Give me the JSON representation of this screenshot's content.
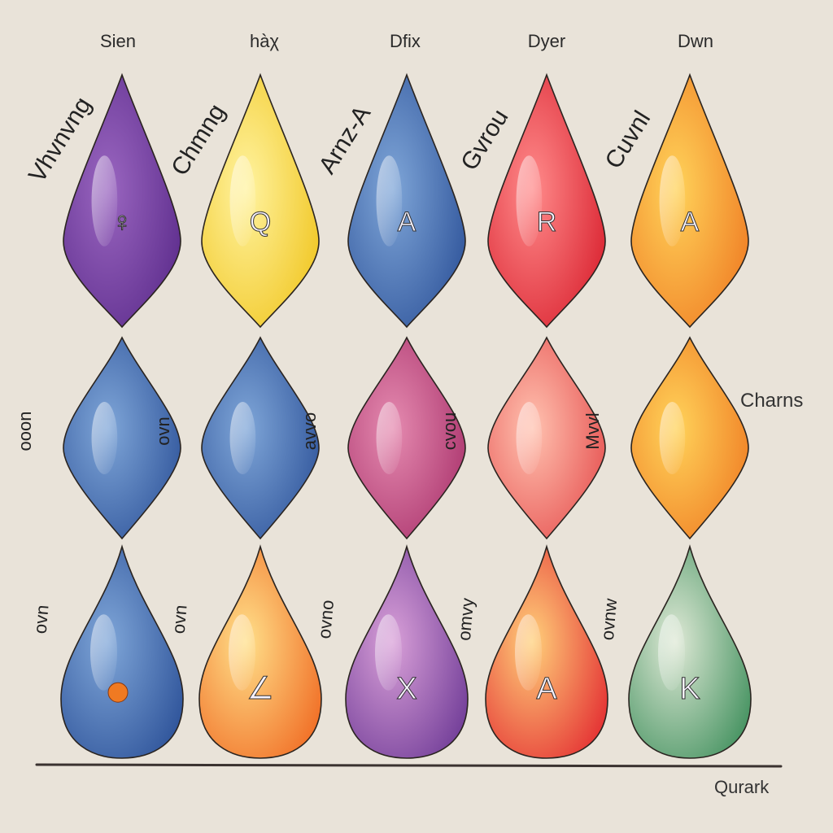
{
  "column_headers": [
    "Sien",
    "hàχ",
    "Dfix",
    "Dyer",
    "Dwn"
  ],
  "side_labels": {
    "right_middle": "Charns",
    "bottom_right": "Qurark"
  },
  "rows": [
    [
      {
        "color": "purple",
        "glyph": "♀",
        "scribble": "Vhvnvng"
      },
      {
        "color": "yellow",
        "glyph": "Q",
        "scribble": "Chmng"
      },
      {
        "color": "blue",
        "glyph": "A",
        "scribble": "Arnz-A"
      },
      {
        "color": "red",
        "glyph": "R",
        "scribble": "Gvrou"
      },
      {
        "color": "amber",
        "glyph": "A",
        "scribble": "Cuvnl"
      }
    ],
    [
      {
        "color": "blue",
        "glyph": "",
        "scribble": "ooon"
      },
      {
        "color": "blue",
        "glyph": "",
        "scribble": "ovn"
      },
      {
        "color": "magenta",
        "glyph": "",
        "scribble": "avvo"
      },
      {
        "color": "salmon",
        "glyph": "",
        "scribble": "cvou"
      },
      {
        "color": "amber",
        "glyph": "",
        "scribble": "Mvvl"
      }
    ],
    [
      {
        "color": "blue",
        "glyph": "•",
        "scribble": "ovn"
      },
      {
        "color": "orange",
        "glyph": "∠",
        "scribble": "ovn"
      },
      {
        "color": "violet",
        "glyph": "X",
        "scribble": "ovno"
      },
      {
        "color": "orange-red",
        "glyph": "A",
        "scribble": "omvy"
      },
      {
        "color": "green",
        "glyph": "K",
        "scribble": "ovnw"
      }
    ]
  ],
  "palette": {
    "purple": [
      "#9a66c0",
      "#5a2a8a"
    ],
    "yellow": [
      "#fff3a0",
      "#f0c41c"
    ],
    "blue": [
      "#7fa6d8",
      "#2c5198"
    ],
    "red": [
      "#ff8b8b",
      "#d81e2c"
    ],
    "amber": [
      "#ffd35a",
      "#ef7a22"
    ],
    "magenta": [
      "#e58bb0",
      "#a8306a"
    ],
    "salmon": [
      "#ffc2b0",
      "#e54c4c"
    ],
    "orange": [
      "#ffe08a",
      "#f06a22"
    ],
    "violet": [
      "#d9a0d8",
      "#6e3a96"
    ],
    "orange-red": [
      "#ffd07a",
      "#e32a30"
    ],
    "green": [
      "#dfe9d6",
      "#3f8f5c"
    ]
  }
}
